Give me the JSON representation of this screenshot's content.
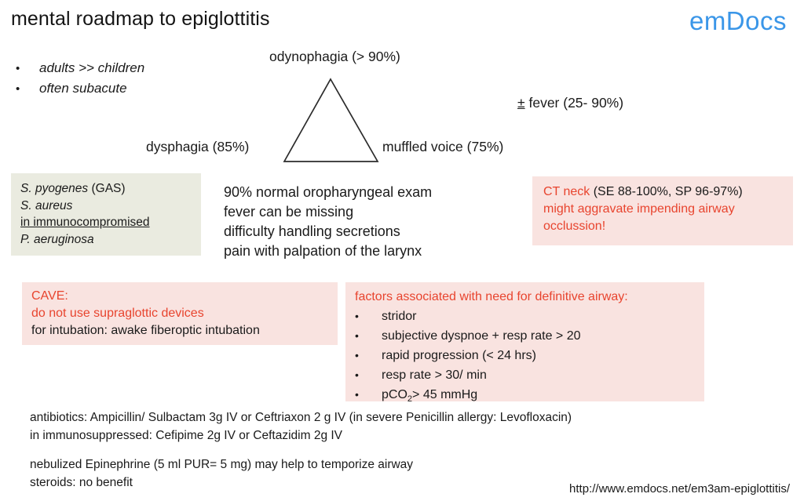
{
  "header": {
    "title": "mental roadmap to epiglottitis",
    "logo": "emDocs",
    "logo_color": "#3a96e8"
  },
  "intro_bullets": {
    "bullet_glyph": "•",
    "items": [
      "adults >> children",
      "often subacute"
    ]
  },
  "triad": {
    "shape": "triangle",
    "top_label": "odynophagia (> 90%)",
    "left_label": "dysphagia (85%)",
    "right_label": "muffled voice (75%)",
    "fever_symbol": "±",
    "fever_label": " fever (25- 90%)"
  },
  "pathogens_box": {
    "background": "#eaebe0",
    "lines": [
      {
        "text": "S. pyogenes ",
        "style": "italic",
        "suffix": "(GAS)",
        "suffix_style": "normal"
      },
      {
        "text": "S. aureus",
        "style": "italic",
        "suffix": "",
        "suffix_style": "normal"
      },
      {
        "text": "in immunocompromised",
        "style": "underline",
        "suffix": "",
        "suffix_style": "normal"
      },
      {
        "text": "P. aeruginosa",
        "style": "italic",
        "suffix": "",
        "suffix_style": "normal"
      }
    ]
  },
  "exam_notes": {
    "lines": [
      "90% normal oropharyngeal exam",
      "fever can be missing",
      "difficulty handling secretions",
      "pain with palpation of the larynx"
    ]
  },
  "ct_neck_box": {
    "background": "#f9e3e0",
    "accent_color": "#e8442e",
    "title_red": "CT neck",
    "title_black": " (SE 88-100%, SP 96-97%)",
    "line2": "might aggravate impending airway",
    "line3": "occlussion!"
  },
  "cave_box": {
    "background": "#f9e3e0",
    "accent_color": "#e8442e",
    "line1": "CAVE:",
    "line2": "do not use supraglottic devices",
    "line3": "for intubation: awake fiberoptic intubation"
  },
  "airway_factors_box": {
    "background": "#f9e3e0",
    "accent_color": "#e8442e",
    "heading": "factors associated with need for definitive airway:",
    "bullet_glyph": "•",
    "items": [
      {
        "text": "stridor"
      },
      {
        "text": "subjective dyspnoe + resp rate > 20"
      },
      {
        "text": "rapid progression (< 24 hrs)"
      },
      {
        "text": "resp rate > 30/ min"
      },
      {
        "text": "pCO",
        "sub": "2",
        "tail": "> 45 mmHg"
      }
    ]
  },
  "antibiotics_text": {
    "line1": "antibiotics: Ampicillin/ Sulbactam 3g IV or Ceftriaxon 2 g IV (in severe Penicillin allergy: Levofloxacin)",
    "line2": "in immunosuppressed: Cefipime 2g IV or Ceftazidim 2g IV"
  },
  "adjunct_text": {
    "line1": "nebulized Epinephrine (5 ml PUR= 5 mg) may help to temporize airway",
    "line2": "steroids: no benefit"
  },
  "source_url": "http://www.emdocs.net/em3am-epiglottitis/"
}
